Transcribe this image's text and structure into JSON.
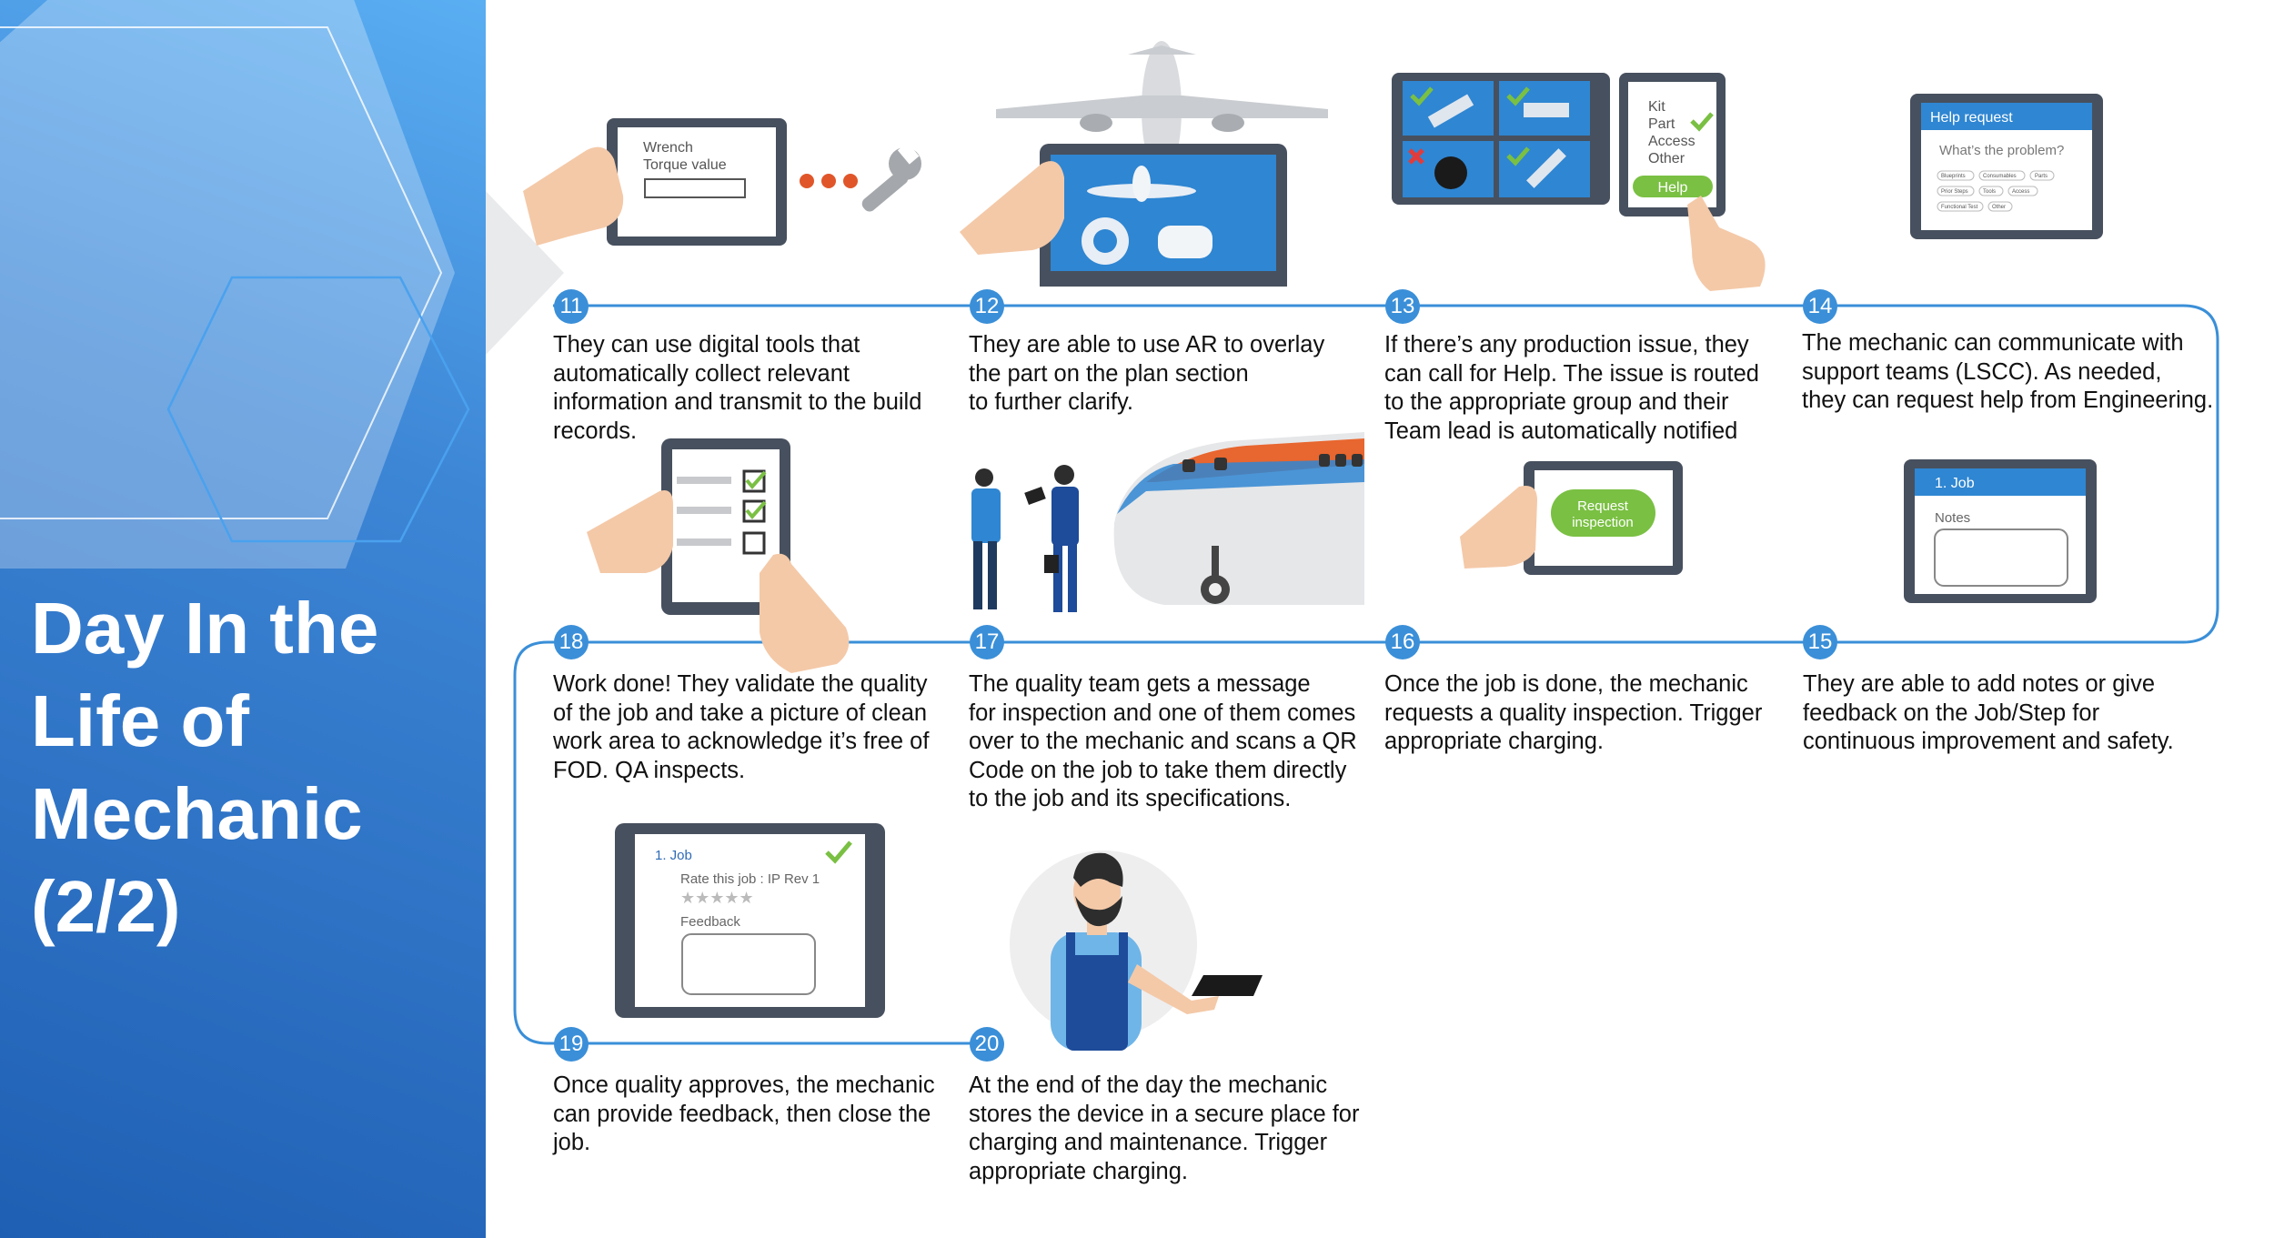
{
  "sidebar": {
    "title_lines": [
      "Day In the",
      "Life of",
      "Mechanic",
      "(2/2)"
    ]
  },
  "colors": {
    "accent": "#3a8fd8",
    "green": "#7ac043",
    "dark_frame": "#47505e",
    "screen_blue": "#2f86d2"
  },
  "steps": [
    {
      "num": "11",
      "text": "They can use digital tools that\nautomatically collect relevant\ninformation and transmit to the build\nrecords."
    },
    {
      "num": "12",
      "text": "They are able to use AR to overlay\nthe part on the plan section\nto further clarify."
    },
    {
      "num": "13",
      "text": "If there’s any production issue, they\ncan call for Help. The issue is routed\nto the appropriate group and their\nTeam lead is automatically notified"
    },
    {
      "num": "14",
      "text": "The mechanic can communicate with\nsupport teams (LSCC). As needed,\nthey can request help from Engineering."
    },
    {
      "num": "15",
      "text": "They are able to add notes or give\nfeedback on the Job/Step for\ncontinuous improvement and safety."
    },
    {
      "num": "16",
      "text": "Once the job is done, the mechanic\nrequests a quality inspection. Trigger\nappropriate charging."
    },
    {
      "num": "17",
      "text": "The quality team gets a message\nfor inspection and one of them comes\nover  to the mechanic and scans a QR\nCode on the job to take them directly\nto the job and its specifications."
    },
    {
      "num": "18",
      "text": "Work done! They validate the quality\nof the job and take a picture of clean\nwork area to acknowledge it’s free of\nFOD. QA inspects."
    },
    {
      "num": "19",
      "text": "Once quality approves, the mechanic\ncan provide feedback, then close the\njob."
    },
    {
      "num": "20",
      "text": "At the end of the day the mechanic\nstores the device in a secure place for\ncharging and maintenance. Trigger\nappropriate charging."
    }
  ],
  "ui": {
    "wrench_label": "Wrench",
    "torque_label": "Torque value",
    "menu_items": [
      "Kit",
      "Part",
      "Access",
      "Other"
    ],
    "help_button": "Help",
    "help_request_title": "Help request",
    "help_question": "What’s the problem?",
    "help_chips": [
      "Blueprints",
      "Consumables",
      "Parts",
      "Prior Steps",
      "Tools",
      "Access",
      "Functional Test",
      "Other"
    ],
    "request_inspection_line1": "Request",
    "request_inspection_line2": "inspection",
    "job_title": "1. Job",
    "notes_label": "Notes",
    "rate_label": "Rate this job : IP Rev 1",
    "feedback_label": "Feedback"
  }
}
